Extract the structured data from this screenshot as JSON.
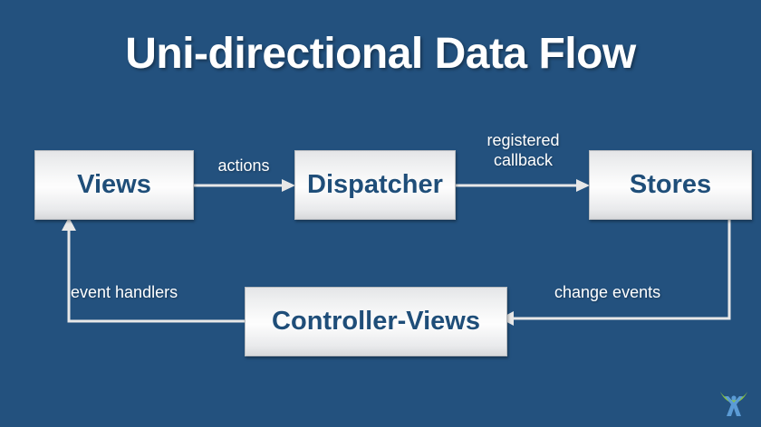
{
  "slide": {
    "title": "Uni-directional Data Flow",
    "background_color": "#23517E",
    "title_color": "#ffffff",
    "node_text_color": "#1F4E79",
    "connector_color": "#e8e8e8"
  },
  "nodes": [
    {
      "id": "views",
      "label": "Views"
    },
    {
      "id": "dispatcher",
      "label": "Dispatcher"
    },
    {
      "id": "stores",
      "label": "Stores"
    },
    {
      "id": "controller",
      "label": "Controller-Views"
    }
  ],
  "edges": [
    {
      "id": "views-to-dispatcher",
      "label": "actions",
      "from": "views",
      "to": "dispatcher"
    },
    {
      "id": "dispatcher-to-stores",
      "label": "registered\ncallback",
      "from": "dispatcher",
      "to": "stores"
    },
    {
      "id": "stores-to-controller",
      "label": "change events",
      "from": "stores",
      "to": "controller"
    },
    {
      "id": "controller-to-views",
      "label": "event handlers",
      "from": "controller",
      "to": "views"
    }
  ],
  "logo": {
    "name": "person-with-green-arc-logo",
    "arc_color": "#8CC63E",
    "figure_color": "#5B9BD5"
  }
}
